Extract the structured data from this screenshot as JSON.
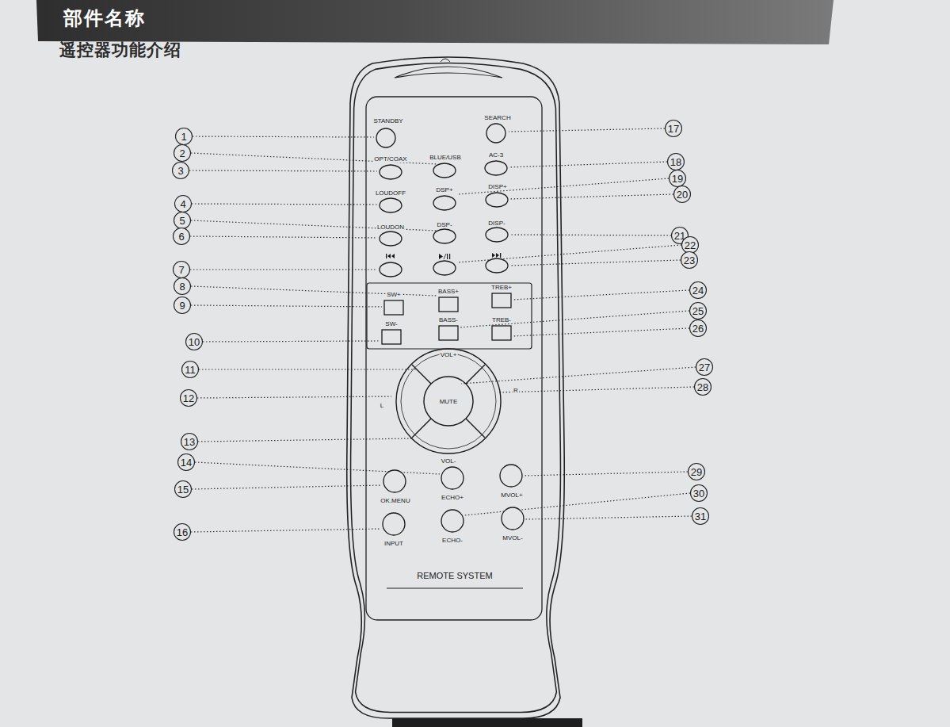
{
  "diagram": {
    "title": "部件名称",
    "labels": [
      "遥控器功能介绍",
      "STANDBY",
      "SEARCH",
      "OPT/COAX",
      "BLUE/USB",
      "AC-3",
      "LOUDOFF",
      "DSP+",
      "DISP+",
      "DSP-",
      "LOUDON",
      "DISP-",
      "SW+",
      "BASS+",
      "TREB+",
      "SW-",
      "BASS-",
      "TREB-",
      "VOL+",
      "L",
      "MUTE",
      "R",
      "VOL-",
      "OK.MENU",
      "ECHO+",
      "MVOL+",
      "INPUT",
      "ECHO-",
      "MVOL-",
      "REMOTE SYSTEM",
      "1",
      "2",
      "3",
      "4",
      "5",
      "6",
      "7",
      "8",
      "9",
      "10",
      "11",
      "12",
      "13",
      "14",
      "15",
      "16",
      "17",
      "18",
      "19",
      "20",
      "21",
      "22",
      "23",
      "24",
      "25",
      "26",
      "27",
      "28",
      "29",
      "30",
      "31"
    ]
  }
}
